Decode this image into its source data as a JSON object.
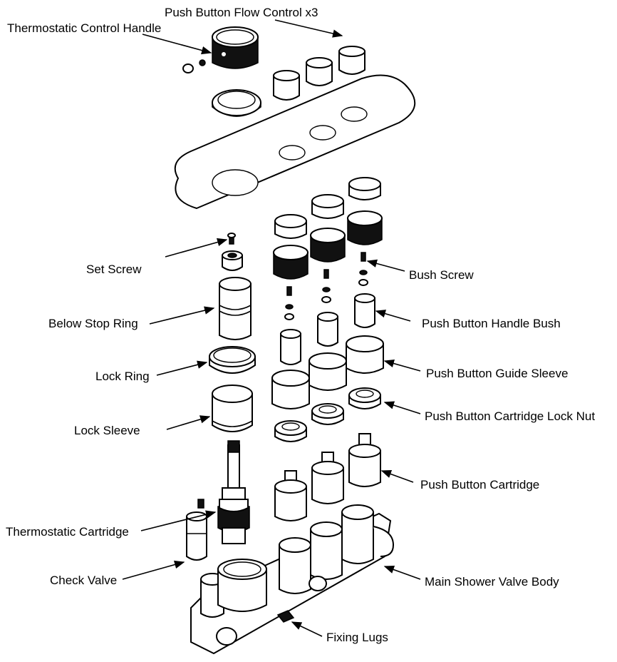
{
  "labels": {
    "push_button_flow_control": "Push Button Flow Control x3",
    "thermostatic_control_handle": "Thermostatic Control Handle",
    "set_screw": "Set Screw",
    "bush_screw": "Bush Screw",
    "below_stop_ring": "Below Stop Ring",
    "push_button_handle_bush": "Push Button Handle Bush",
    "lock_ring": "Lock Ring",
    "push_button_guide_sleeve": "Push Button Guide Sleeve",
    "lock_sleeve": "Lock Sleeve",
    "push_button_cartridge_lock_nut": "Push Button Cartridge Lock Nut",
    "push_button_cartridge": "Push Button Cartridge",
    "thermostatic_cartridge": "Thermostatic Cartridge",
    "check_valve": "Check Valve",
    "main_shower_valve_body": "Main Shower Valve Body",
    "fixing_lugs": "Fixing Lugs"
  },
  "colors": {
    "line": "#000000",
    "background": "#ffffff"
  }
}
